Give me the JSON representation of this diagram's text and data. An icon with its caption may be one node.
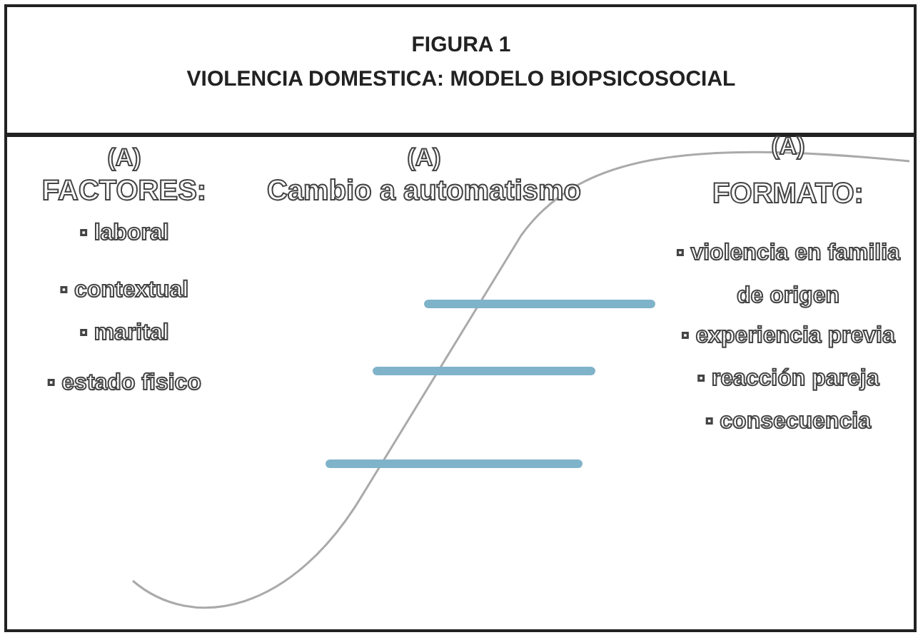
{
  "diagram": {
    "title": "FIGURA 1",
    "labels": [
      "VIOLENCIA DOMESTICA: MODELO BIOPSICOSOCIAL",
      "(A)",
      "FACTORES:",
      "▫ laboral",
      "▫ contextual",
      "▫ marital",
      "▫ estado fisico",
      "(A)",
      "Cambio a automatismo",
      "(A)",
      "FORMATO:",
      "▫ violencia en familia de origen",
      "▫ experiencia previa",
      "▫ reacción pareja",
      "▫ consecuencia"
    ]
  }
}
